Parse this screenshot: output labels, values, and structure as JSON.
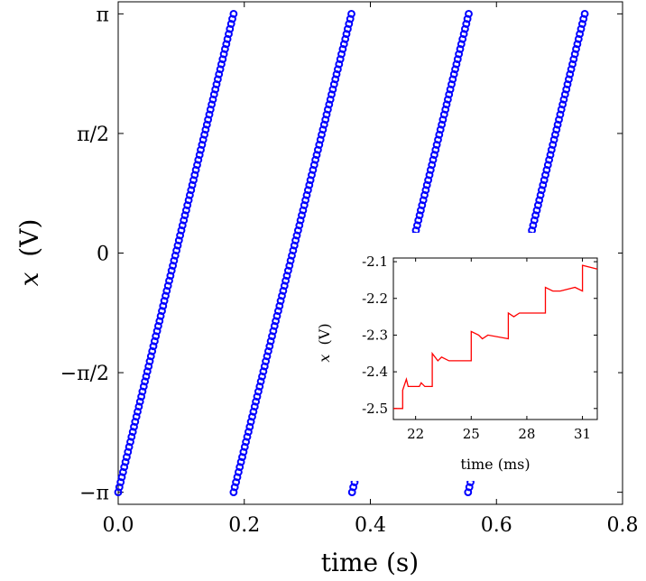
{
  "chart_data": [
    {
      "type": "scatter",
      "xlabel": "time (s)",
      "ylabel_var": "x",
      "ylabel_unit": "(V)",
      "xlim": [
        0.0,
        0.8
      ],
      "ylim": [
        -3.3,
        3.3
      ],
      "xticks": [
        0.0,
        0.2,
        0.4,
        0.6,
        0.8
      ],
      "xtick_labels": [
        "0.0",
        "0.2",
        "0.4",
        "0.6",
        "0.8"
      ],
      "yticks": [
        -3.14159,
        -1.5708,
        0,
        1.5708,
        3.14159
      ],
      "ytick_labels": [
        "−π",
        "−π/2",
        "0",
        "π/2",
        "π"
      ],
      "marker_color": "#0000ff",
      "series": [
        {
          "segments": [
            {
              "x0": 0.0,
              "x1": 0.183
            },
            {
              "x0": 0.183,
              "x1": 0.37
            },
            {
              "x0": 0.371,
              "x1": 0.556
            },
            {
              "x0": 0.555,
              "x1": 0.74
            }
          ],
          "ystart": -3.14159,
          "yend": 3.14159
        }
      ],
      "grid": false
    },
    {
      "type": "line",
      "inset": true,
      "xlabel": "time (ms)",
      "ylabel_var": "x",
      "ylabel_unit": "(V)",
      "xlim": [
        20.8,
        31.8
      ],
      "ylim": [
        -2.53,
        -2.09
      ],
      "xticks": [
        22,
        25,
        28,
        31
      ],
      "xtick_labels": [
        "22",
        "25",
        "28",
        "31"
      ],
      "yticks": [
        -2.1,
        -2.2,
        -2.3,
        -2.4,
        -2.5
      ],
      "ytick_labels": [
        "-2.1",
        "-2.2",
        "-2.3",
        "-2.4",
        "-2.5"
      ],
      "line_color": "#ff0000",
      "x": [
        20.8,
        21.3,
        21.3,
        21.5,
        21.6,
        21.8,
        22.2,
        22.3,
        22.5,
        22.9,
        22.9,
        23.2,
        23.4,
        23.8,
        25.0,
        25.0,
        25.4,
        25.6,
        25.9,
        27.0,
        27.0,
        27.3,
        27.6,
        28.1,
        29.0,
        29.0,
        29.4,
        29.8,
        30.6,
        31.0,
        31.0,
        31.8
      ],
      "y": [
        -2.5,
        -2.5,
        -2.45,
        -2.42,
        -2.44,
        -2.44,
        -2.44,
        -2.43,
        -2.44,
        -2.44,
        -2.35,
        -2.37,
        -2.36,
        -2.37,
        -2.37,
        -2.29,
        -2.3,
        -2.31,
        -2.3,
        -2.31,
        -2.24,
        -2.25,
        -2.24,
        -2.24,
        -2.24,
        -2.17,
        -2.18,
        -2.18,
        -2.17,
        -2.18,
        -2.11,
        -2.12
      ],
      "grid": false
    }
  ]
}
